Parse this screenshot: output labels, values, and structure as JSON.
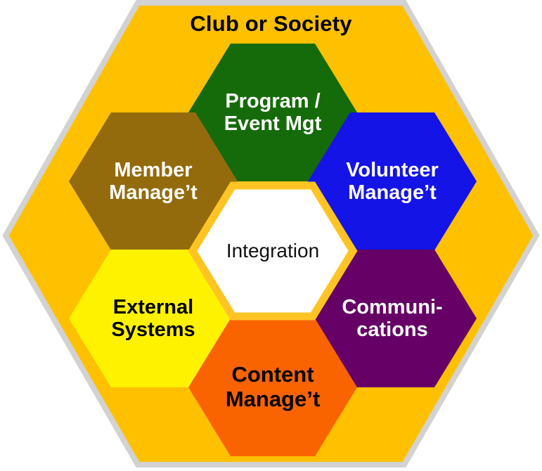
{
  "diagram": {
    "title": "Club or Society",
    "type": "honeycomb-hexagon-diagram",
    "outer": {
      "fill": "#FFC000",
      "border": "#D2D2D2",
      "shape": "flat-top-hexagon"
    },
    "center_cell": {
      "label": "Integration",
      "fill": "#FFFFFF",
      "border": "#FFC424",
      "text_color": "#111111"
    },
    "cells": [
      {
        "id": "program-event-mgt",
        "label": "Program /\nEvent Mgt",
        "fill": "#156B09",
        "text_color": "#FFFFFF",
        "position": "top-center"
      },
      {
        "id": "member-management",
        "label": "Member\nManage’t",
        "fill": "#946B0C",
        "text_color": "#FFFFFF",
        "position": "upper-left"
      },
      {
        "id": "volunteer-management",
        "label": "Volunteer\nManage’t",
        "fill": "#1414E6",
        "text_color": "#FFFFFF",
        "position": "upper-right"
      },
      {
        "id": "external-systems",
        "label": "External\nSystems",
        "fill": "#FFF200",
        "text_color": "#000000",
        "position": "lower-left"
      },
      {
        "id": "communications",
        "label": "Communi-\ncations",
        "fill": "#660066",
        "text_color": "#FFFFFF",
        "position": "lower-right"
      },
      {
        "id": "content-management",
        "label": "Content\nManage’t",
        "fill": "#FA6400",
        "text_color": "#000000",
        "position": "bottom-center"
      }
    ]
  }
}
